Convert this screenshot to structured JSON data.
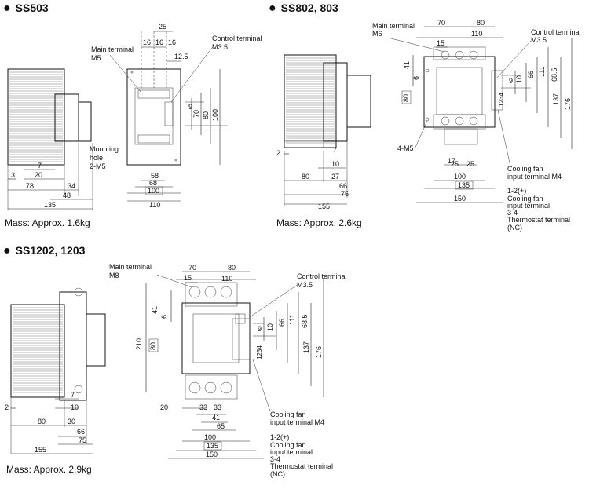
{
  "sections": [
    {
      "title": "SS503",
      "mass": "Mass: Approx. 1.6kg",
      "labels": {
        "main_terminal": "Main terminal",
        "main_terminal_size": "M5",
        "control_terminal": "Control terminal",
        "control_terminal_size": "M3.5",
        "mounting_hole": "Mounting",
        "mounting_hole_2": "hole",
        "mounting_hole_size": "2-M5"
      },
      "side_dims": [
        "3",
        "7",
        "20",
        "78",
        "34",
        "48",
        "135"
      ],
      "front_dims": [
        "25",
        "16",
        "16",
        "16",
        "12.5",
        "9",
        "70",
        "80",
        "100",
        "58",
        "68",
        "100",
        "110"
      ]
    },
    {
      "title": "SS802, 803",
      "mass": "Mass: Approx. 2.6kg",
      "labels": {
        "main_terminal": "Main terminal",
        "main_terminal_size": "M6",
        "control_terminal": "Control terminal",
        "control_terminal_size": "M3.5",
        "mounting_hole_size": "4-M5",
        "cooling_fan_terminal": "Cooling fan",
        "cooling_fan_terminal_2": "input terminal M4",
        "legend_1_2": "1-2(+)",
        "legend_1_2_text": "Cooling fan",
        "legend_1_2_text_2": "input terminal",
        "legend_3_4": "3-4",
        "legend_3_4_text": "Thermostat terminal",
        "legend_3_4_text_2": "(NC)"
      },
      "side_dims": [
        "2",
        "7",
        "10",
        "80",
        "27",
        "66",
        "75",
        "155"
      ],
      "front_dims": [
        "70",
        "80",
        "110",
        "15",
        "41",
        "6",
        "80",
        "9",
        "10",
        "66",
        "111",
        "68.5",
        "137",
        "176",
        "17",
        "25",
        "25",
        "100",
        "135",
        "150"
      ]
    },
    {
      "title": "SS1202, 1203",
      "mass": "Mass: Approx. 2.9kg",
      "labels": {
        "main_terminal": "Main terminal",
        "main_terminal_size": "M8",
        "control_terminal": "Control terminal",
        "control_terminal_size": "M3.5",
        "cooling_fan_terminal": "Cooling fan",
        "cooling_fan_terminal_2": "input terminal M4",
        "legend_1_2": "1-2(+)",
        "legend_1_2_text": "Cooling fan",
        "legend_1_2_text_2": "input terminal",
        "legend_3_4": "3-4",
        "legend_3_4_text": "Thermostat terminal",
        "legend_3_4_text_2": "(NC)"
      },
      "side_dims": [
        "2",
        "7",
        "10",
        "80",
        "30",
        "66",
        "75",
        "155"
      ],
      "front_dims": [
        "70",
        "80",
        "15",
        "110",
        "41",
        "6",
        "210",
        "80",
        "9",
        "10",
        "66",
        "111",
        "68.5",
        "137",
        "176",
        "20",
        "33",
        "33",
        "41",
        "65",
        "100",
        "135",
        "150"
      ]
    }
  ],
  "bullet_symbol": "●",
  "terminal_marks": "1234"
}
